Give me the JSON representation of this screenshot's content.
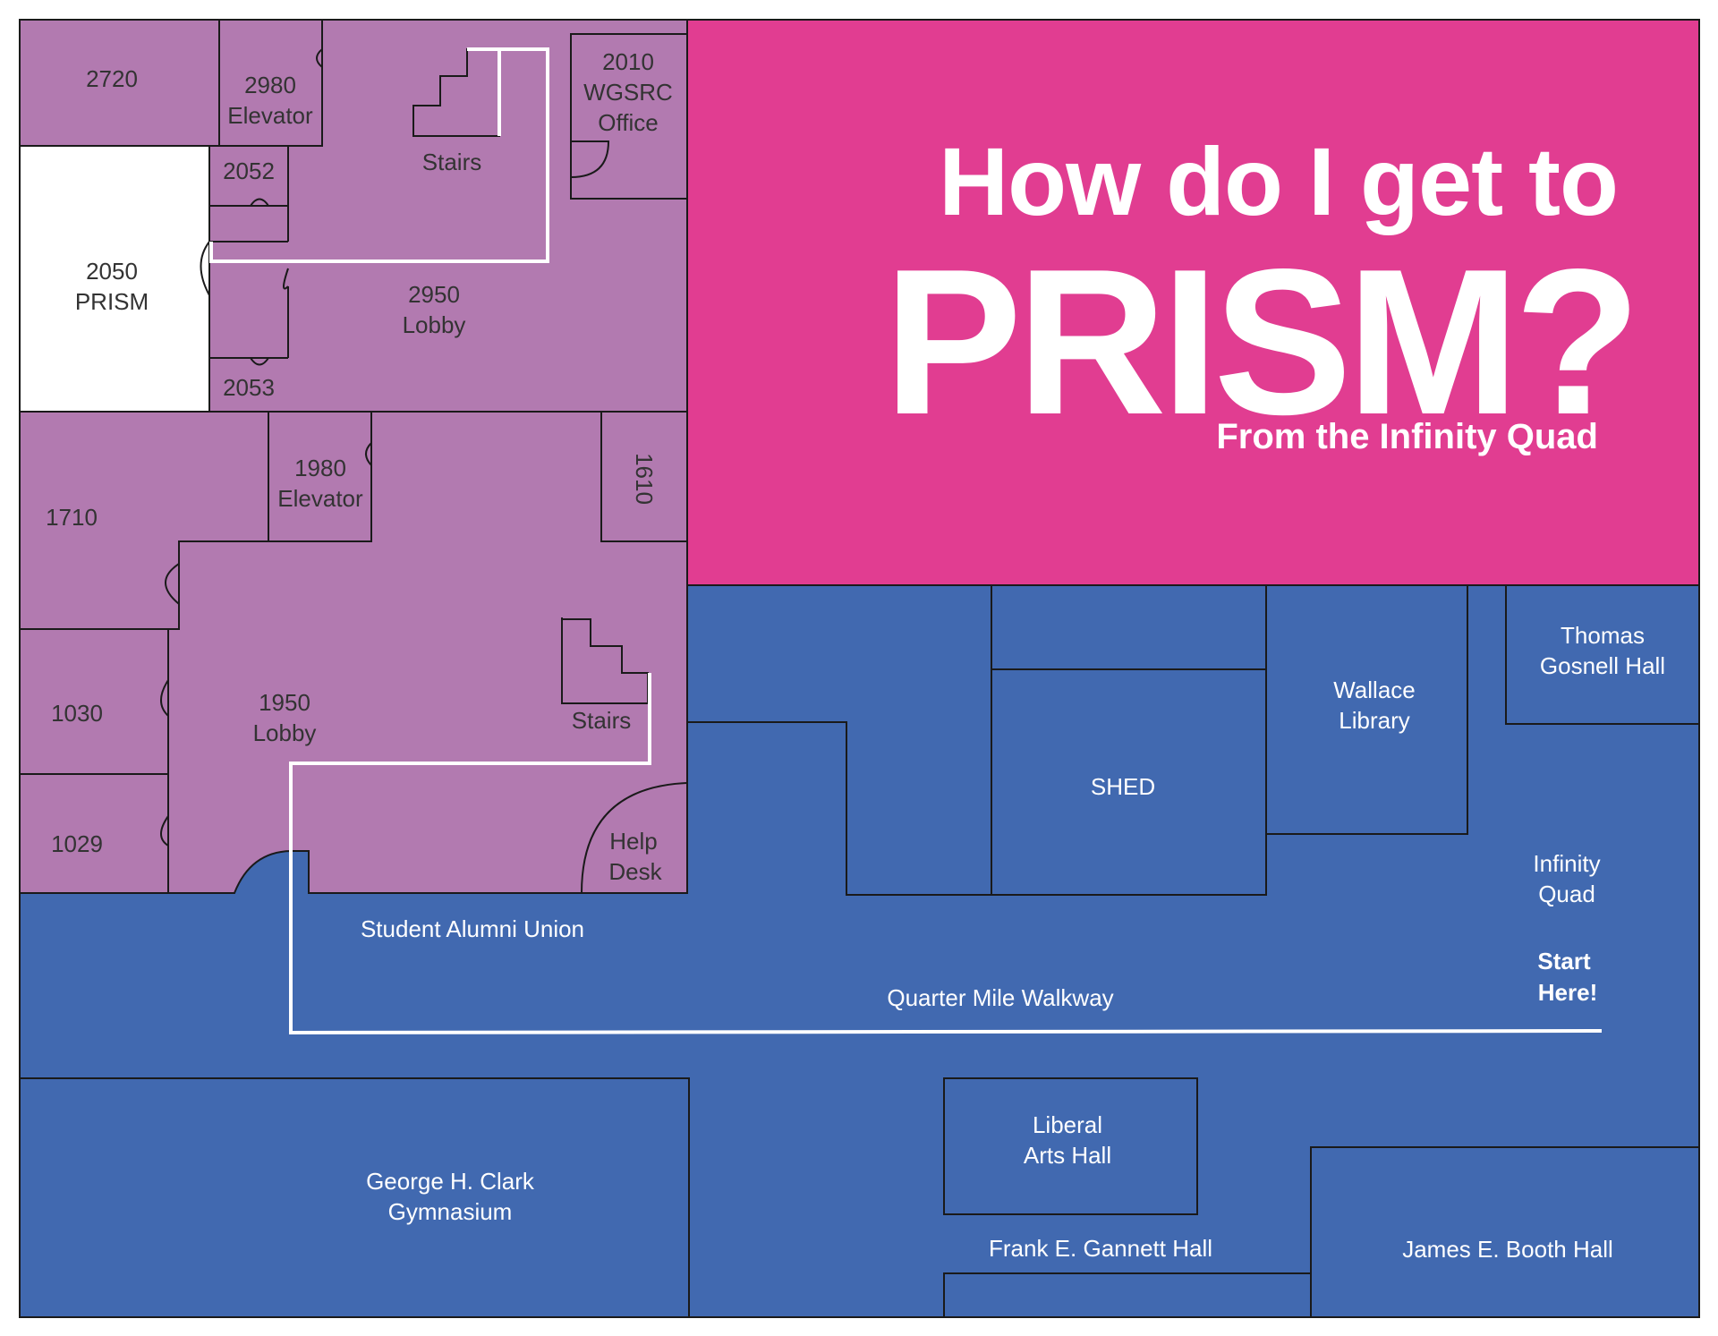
{
  "title": {
    "line1": "How do I get to",
    "line2": "PRISM?",
    "subtitle": "From the Infinity Quad"
  },
  "colors": {
    "building_purple": "#b27ab0",
    "campus_blue": "#4169b0",
    "title_pink": "#e13d91",
    "target_room": "#ffffff",
    "route": "#ffffff"
  },
  "rooms": {
    "r2720": "2720",
    "r2980": [
      "2980",
      "Elevator"
    ],
    "r2010": [
      "2010",
      "WGSRC",
      "Office"
    ],
    "stairs_upper": "Stairs",
    "r2052": "2052",
    "r2050": [
      "2050",
      "PRISM"
    ],
    "r2950": [
      "2950",
      "Lobby"
    ],
    "r2053": "2053",
    "r1710": "1710",
    "r1980": [
      "1980",
      "Elevator"
    ],
    "r1610": "1610",
    "r1030": "1030",
    "r1950": [
      "1950",
      "Lobby"
    ],
    "stairs_lower": "Stairs",
    "r1029": "1029",
    "help_desk": [
      "Help",
      "Desk"
    ]
  },
  "campus": {
    "student_alumni_union": "Student Alumni Union",
    "thomas_gosnell": [
      "Thomas",
      "Gosnell Hall"
    ],
    "wallace_library": [
      "Wallace",
      "Library"
    ],
    "shed": "SHED",
    "infinity_quad": [
      "Infinity",
      "Quad"
    ],
    "start_here": [
      "Start",
      "Here!"
    ],
    "quarter_mile": "Quarter Mile Walkway",
    "clark_gym": [
      "George H. Clark",
      "Gymnasium"
    ],
    "liberal_arts": [
      "Liberal",
      "Arts Hall"
    ],
    "gannett": "Frank E. Gannett Hall",
    "booth": "James E. Booth Hall"
  }
}
